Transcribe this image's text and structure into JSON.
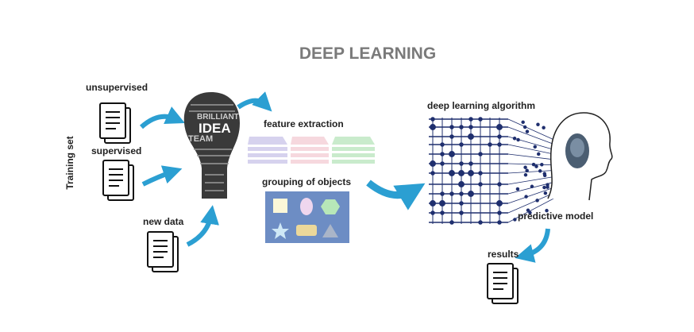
{
  "title": "DEEP LEARNING",
  "training_set_label": "Training set",
  "inputs": {
    "unsupervised": "unsupervised",
    "supervised": "supervised",
    "new_data": "new data"
  },
  "bulb_words": [
    "BRILLIANT",
    "IDEA",
    "TEAM"
  ],
  "feature_extraction": "feature extraction",
  "grouping_of_objects": "grouping of objects",
  "deep_learning_algorithm": "deep learning algorithm",
  "predictive_model": "predictive model",
  "results": "results",
  "colors": {
    "arrow": "#2b9fd2",
    "title": "#7a7a7a",
    "network": "#1f2f6e",
    "group_box": "#6d8dc4",
    "stack_purple": "#d6d2ee",
    "stack_pink": "#f6d8de",
    "stack_green": "#c9ebcc"
  }
}
